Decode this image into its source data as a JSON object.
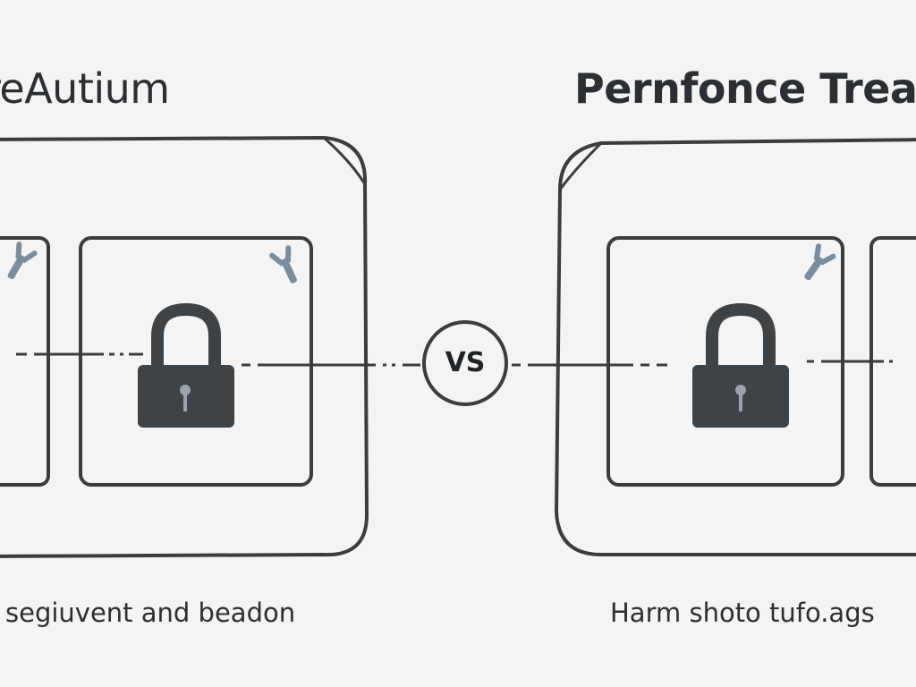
{
  "left_panel": {
    "title": "reAutium",
    "caption": "segiuvent and beadon"
  },
  "right_panel": {
    "title": "Pernfonce Trea",
    "caption": "Harm shoto tufo.ags"
  },
  "comparison": {
    "label": "VS"
  },
  "colors": {
    "background": "#f3f4f3",
    "outline": "#3a3d40",
    "lock": "#3d4347",
    "accent_icon": "#7b8d9c",
    "text": "#2b2f33"
  },
  "icons": [
    "lock-icon",
    "lock-icon",
    "wrench-icon",
    "wrench-icon",
    "wrench-icon"
  ]
}
